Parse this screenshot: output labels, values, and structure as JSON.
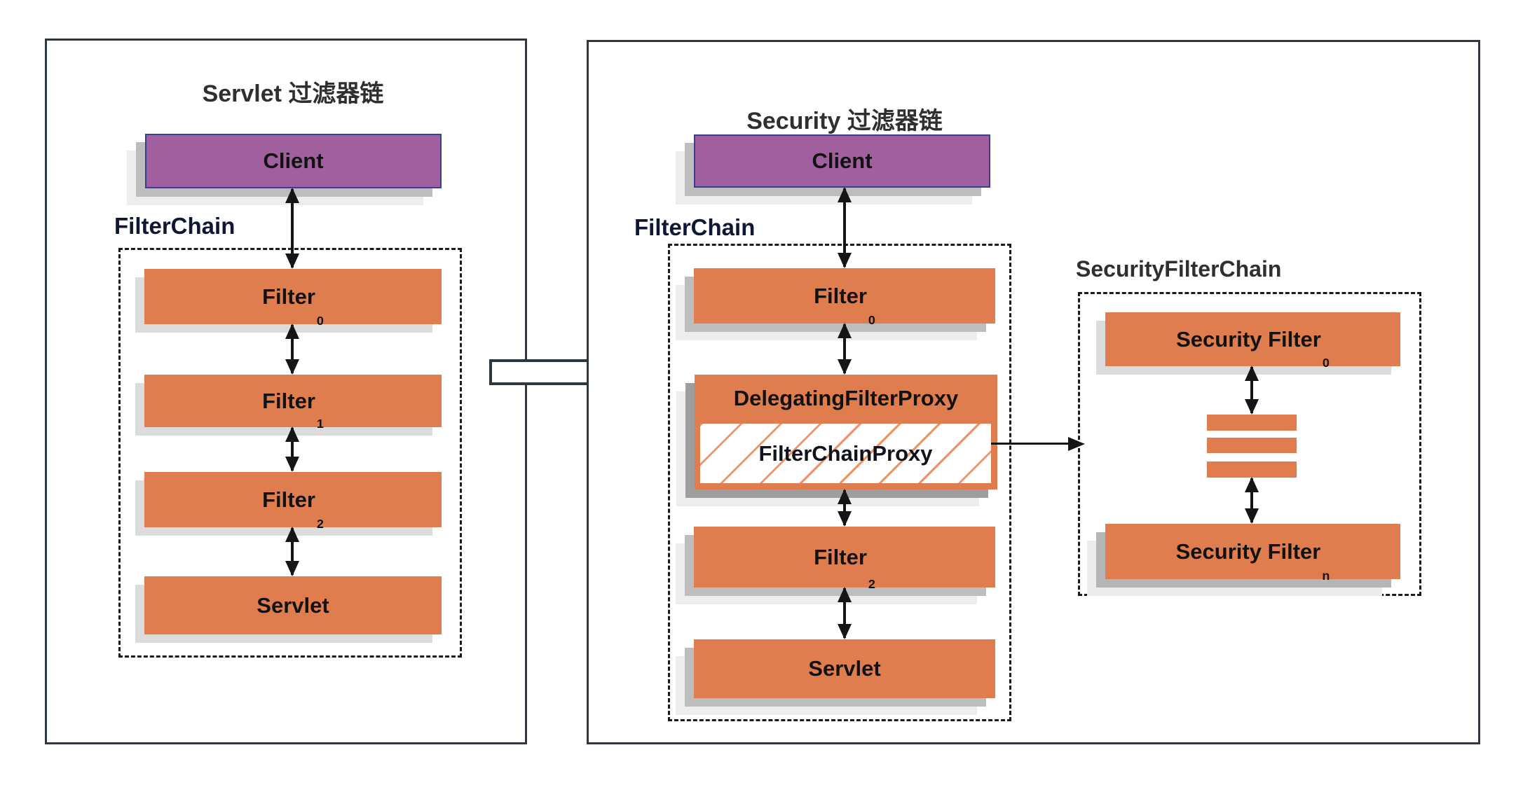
{
  "left_panel": {
    "title": "Servlet 过滤器链",
    "client_label": "Client",
    "chain_label": "FilterChain",
    "boxes": [
      {
        "label": "Filter",
        "sub": "0"
      },
      {
        "label": "Filter",
        "sub": "1"
      },
      {
        "label": "Filter",
        "sub": "2"
      },
      {
        "label": "Servlet",
        "sub": ""
      }
    ]
  },
  "right_panel": {
    "title": "Security 过滤器链",
    "client_label": "Client",
    "chain_label": "FilterChain",
    "filter0": {
      "label": "Filter",
      "sub": "0"
    },
    "delegating_label": "DelegatingFilterProxy",
    "proxy_label": "FilterChainProxy",
    "filter2": {
      "label": "Filter",
      "sub": "2"
    },
    "servlet_label": "Servlet"
  },
  "security_chain": {
    "title": "SecurityFilterChain",
    "filter0": {
      "label": "Security Filter",
      "sub": "0"
    },
    "filtern": {
      "label": "Security Filter",
      "sub": "n"
    }
  },
  "colors": {
    "orange": "#E07D4E",
    "purple": "#A0609F",
    "client_border": "#3B3E8F",
    "panel_border": "#2E3642",
    "hatch": "#EC9465",
    "label_color": "#0F1833",
    "title_color": "#2F2F2F"
  }
}
